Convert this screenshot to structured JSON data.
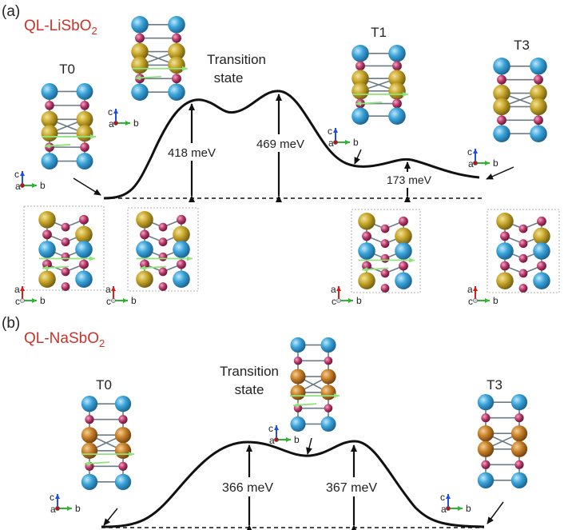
{
  "colors": {
    "sb": "#c8a72a",
    "na": "#c9822a",
    "li": "#3aa4d9",
    "o": "#b8386a",
    "arrow": "#8ee37a",
    "curve": "#111111",
    "heading": "#c8342a"
  },
  "panel_a": {
    "letter": "(a)",
    "formula_base": "QL-LiSbO",
    "formula_sub": "2",
    "structures": {
      "t0": "T0",
      "ts_line1": "Transition",
      "ts_line2": "state",
      "t1": "T1",
      "t3": "T3"
    },
    "barriers": {
      "b1": "418 meV",
      "b2": "469 meV",
      "b3": "173 meV"
    }
  },
  "panel_b": {
    "letter": "(b)",
    "formula_base": "QL-NaSbO",
    "formula_sub": "2",
    "structures": {
      "t0": "T0",
      "ts_line1": "Transition",
      "ts_line2": "state",
      "t3": "T3"
    },
    "barriers": {
      "b1": "366 meV",
      "b2": "367 meV"
    }
  },
  "axes": {
    "a": "a",
    "b": "b",
    "c": "c"
  }
}
